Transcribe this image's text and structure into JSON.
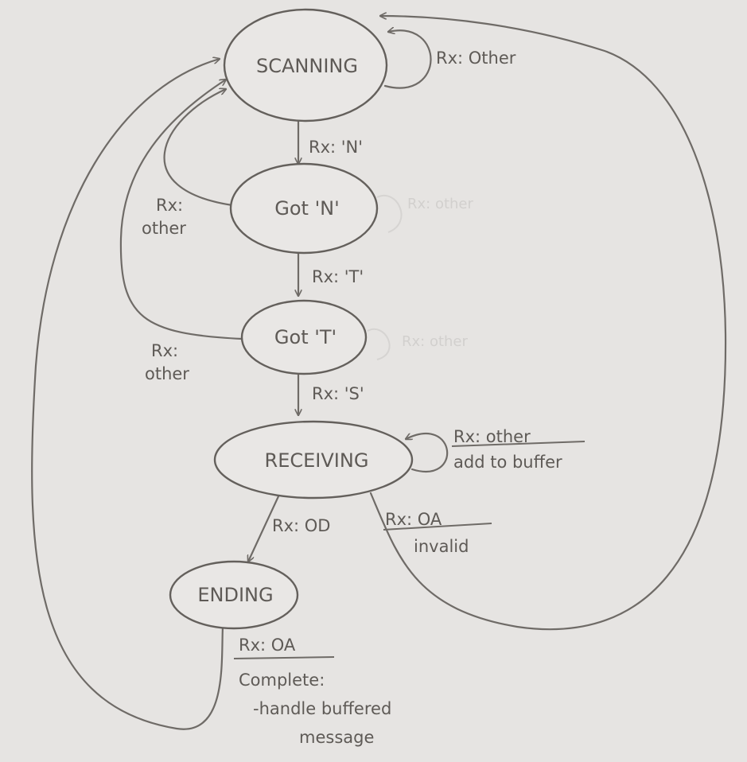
{
  "diagram": {
    "states": {
      "scanning": "SCANNING",
      "got_n": "Got 'N'",
      "got_t": "Got 'T'",
      "receiving": "RECEIVING",
      "ending": "ENDING"
    },
    "transitions": {
      "scanning_self": "Rx: Other",
      "scanning_to_got_n": "Rx: 'N'",
      "got_n_to_scanning_1": "Rx:",
      "got_n_to_scanning_2": "other",
      "got_n_to_got_t": "Rx: 'T'",
      "got_t_to_scanning_1": "Rx:",
      "got_t_to_scanning_2": "other",
      "got_t_to_receiving": "Rx: 'S'",
      "receiving_self_1": "Rx: other",
      "receiving_self_2": "add to buffer",
      "receiving_to_ending": "Rx: OD",
      "receiving_to_scanning_1": "Rx: OA",
      "receiving_to_scanning_2": "invalid",
      "ending_to_scanning_1": "Rx: OA",
      "ending_to_scanning_2": "Complete:",
      "ending_to_scanning_3": "-handle buffered",
      "ending_to_scanning_4": "message"
    },
    "faint": {
      "got_n_ghost": "Rx: other",
      "got_t_ghost": "Rx: other"
    }
  }
}
